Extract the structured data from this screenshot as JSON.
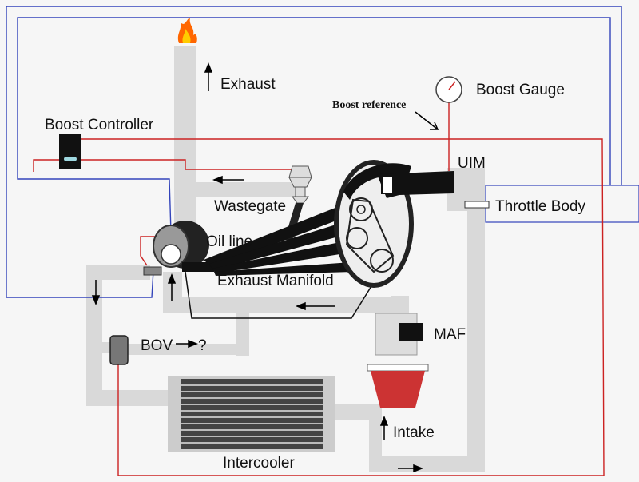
{
  "labels": {
    "exhaust": "Exhaust",
    "boost_gauge": "Boost Gauge",
    "boost_reference": "Boost reference",
    "boost_controller": "Boost Controller",
    "uim": "UIM",
    "wastegate": "Wastegate",
    "throttle_body": "Throttle Body",
    "oil_line": "Oil line",
    "exhaust_manifold": "Exhaust Manifold",
    "maf": "MAF",
    "bov": "BOV",
    "bov_suffix": "?",
    "intake": "Intake",
    "intercooler": "Intercooler"
  },
  "colors": {
    "pipe": "#d9d9d9",
    "vacuum_line": "#cc2222",
    "signal_line": "#3344bb",
    "filter": "#cc3333",
    "component": "#111111",
    "flame": "#ff6600"
  }
}
